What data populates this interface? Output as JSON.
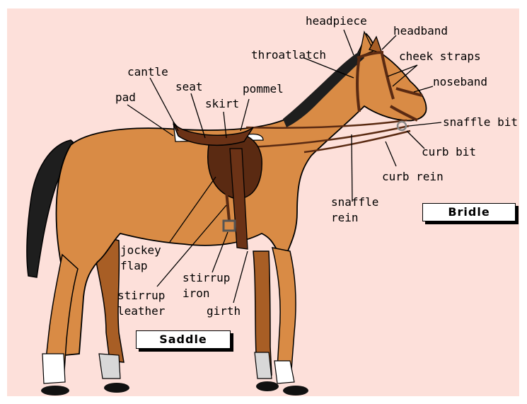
{
  "labels": {
    "headpiece": "headpiece",
    "headband": "headband",
    "throatlatch": "throatlatch",
    "cheek_straps": "cheek straps",
    "cantle": "cantle",
    "noseband": "noseband",
    "seat": "seat",
    "pommel": "pommel",
    "pad": "pad",
    "skirt": "skirt",
    "snaffle_bit": "snaffle bit",
    "curb_bit": "curb bit",
    "curb_rein": "curb rein",
    "snaffle_rein_1": "snaffle",
    "snaffle_rein_2": "rein",
    "jockey_flap_1": "jockey",
    "jockey_flap_2": "flap",
    "stirrup_iron_1": "stirrup",
    "stirrup_iron_2": "iron",
    "stirrup_leather_1": "stirrup",
    "stirrup_leather_2": "leather",
    "girth": "girth"
  },
  "groups": {
    "bridle": "Bridle",
    "saddle": "Saddle"
  },
  "colors": {
    "background": "#fde0da",
    "coat": "#d98b45",
    "tack": "#5a2a12",
    "mane": "#1e1e1e"
  }
}
